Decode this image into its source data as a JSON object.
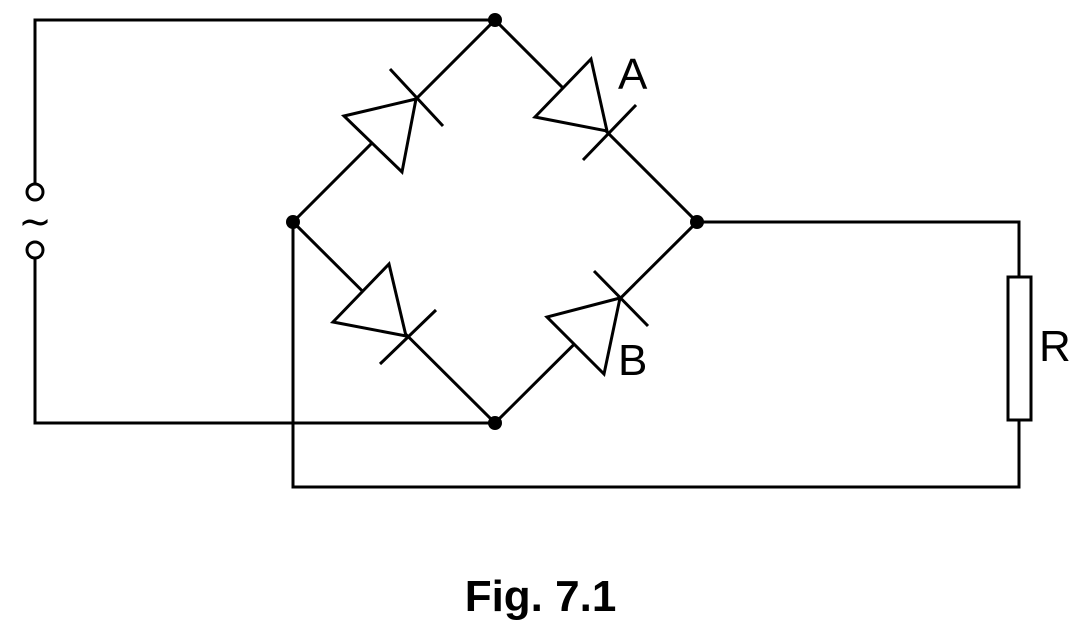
{
  "labels": {
    "diode_a": "A",
    "diode_b": "B",
    "resistor": "R",
    "ac_source": "~"
  },
  "caption": "Fig. 7.1"
}
